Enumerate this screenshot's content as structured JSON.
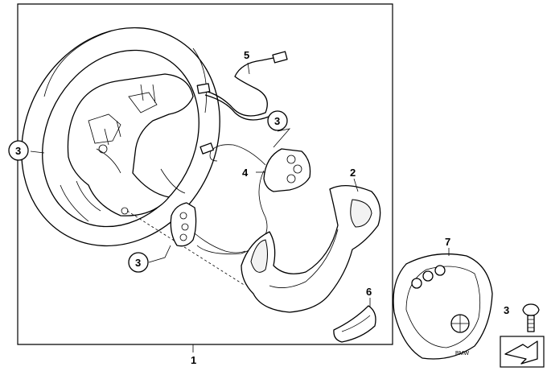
{
  "callouts": {
    "item_1": "1",
    "item_2": "2",
    "item_3_left": "3",
    "item_3_mid": "3",
    "item_3_upper": "3",
    "item_3_screw": "3",
    "item_4": "4",
    "item_5": "5",
    "item_6": "6",
    "item_7": "7"
  },
  "airbag_logo_text": "BMW"
}
